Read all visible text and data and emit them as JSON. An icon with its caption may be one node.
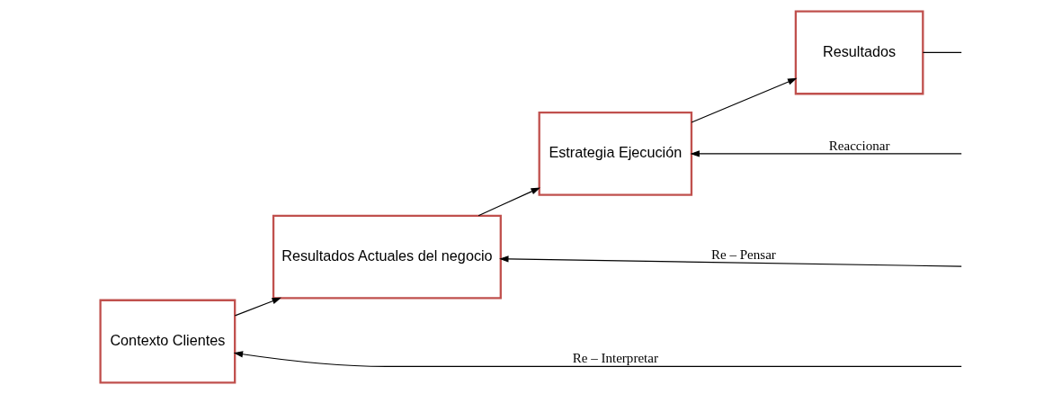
{
  "diagram": {
    "nodes": [
      {
        "text": [
          "Contexto Clientes"
        ]
      },
      {
        "text": [
          "Resultados Actuales del negocio"
        ]
      },
      {
        "text": [
          "Estrategia Ejecución"
        ]
      },
      {
        "text": [
          "Resultados"
        ]
      }
    ],
    "edges": [
      {
        "from": 0,
        "to": 1,
        "arrow": "to"
      },
      {
        "from": 1,
        "to": 2,
        "arrow": "to"
      },
      {
        "from": 2,
        "to": 3,
        "arrow": "to"
      },
      {
        "from": 3,
        "to": null,
        "arrow": "none"
      },
      {
        "from": null,
        "to": 2,
        "arrow": "to",
        "label": "Reaccionar"
      },
      {
        "from": null,
        "to": 1,
        "arrow": "to",
        "label": "Re – Pensar"
      },
      {
        "from": null,
        "to": 0,
        "arrow": "to",
        "label": "Re – Interpretar"
      }
    ]
  }
}
